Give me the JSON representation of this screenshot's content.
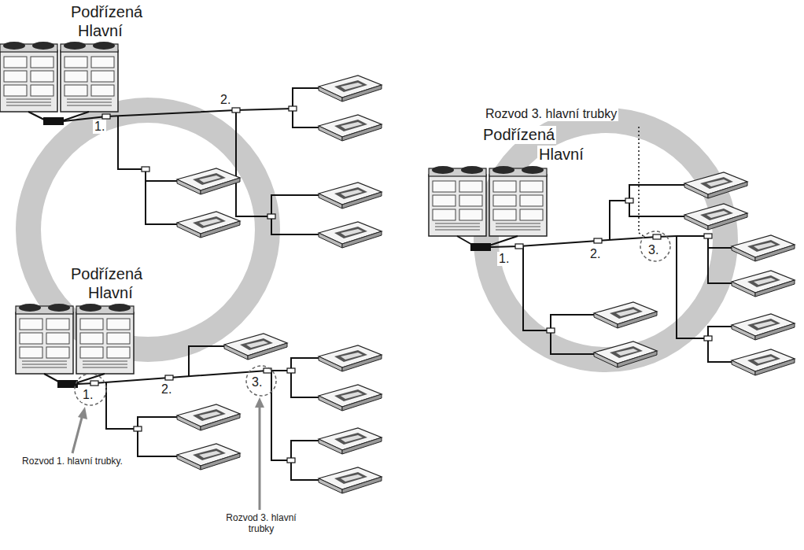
{
  "diagram": {
    "labels": [
      "Podřízená",
      "Hlavní",
      "1.",
      "2.",
      "Rozvod 3. hlavní trubky",
      "Podřízená",
      "Hlavní",
      "1.",
      "2.",
      "3.",
      "Podřízená",
      "Hlavní",
      "1.",
      "2.",
      "3.",
      "Rozvod 1. hlavní trubky.",
      "Rozvod 3. hlavní trubky"
    ]
  }
}
